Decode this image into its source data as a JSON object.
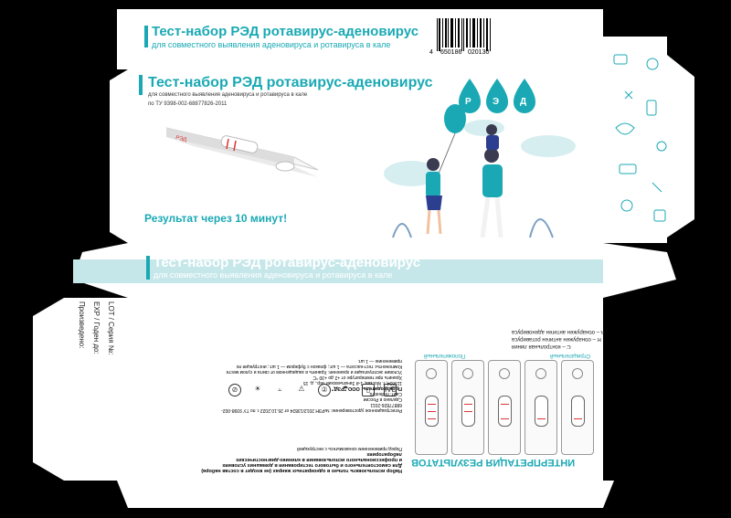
{
  "product": {
    "title": "Тест-набор РЭД ротавирус-аденовирус",
    "subtitle": "для совместного выявления аденовируса и ротавируса в кале",
    "tu": "по ТУ 9398-002-68877826-2011",
    "result": "Результат через 10 минут!",
    "logo_letters": [
      "Р",
      "Э",
      "Д"
    ],
    "cassette_label": "РЭД"
  },
  "barcode": {
    "left": "4",
    "mid": "650186",
    "right": "020130"
  },
  "back_side": {
    "lot": "LOT / Серия №:",
    "exp": "EXP / Годен до:",
    "mfg": "Произведено:"
  },
  "info": {
    "lines": [
      "Набор использовать только в однократных жанрах (не входит в состав набора)",
      "Для самостоятельного и бытового тестирования в домашних условиях и профессионального использования в клинико-диагностических лабораториях",
      "Перед применением ознакомьтесь с инструкцией",
      "Регистрационное удостоверение: №РЗН 2012/13824 от 26.10.2022 г. по ТУ 9398-002-68877826-2011",
      "Сделано в России",
      "Сайт: redtest.ru",
      "Производитель: ООО \"РЭД\"",
      "119034, г. Москва, 1-й Зачатьевский пер., д. 15",
      "Хранить при температуре от +2 до +30 °С",
      "Условия эксплуатации и хранения: Хранить в защищенном от света и сухом месте",
      "Компоненты: тест-кассета — 1 шт.; флакон с буфером — 1 шт.; инструкция по применению — 1 шт."
    ]
  },
  "interpretation": {
    "title": "ИНТЕРПРЕТАЦИЯ РЕЗУЛЬТАТОВ",
    "negative": "Отрицательный",
    "positive": "Положительный",
    "legend": [
      "С – контрольная линия",
      "R – обнаружен антиген ротавируса",
      "A – обнаружен антиген аденовируса"
    ],
    "cassettes": 5
  },
  "colors": {
    "accent": "#1aa9b4",
    "light": "#d6eef0"
  }
}
